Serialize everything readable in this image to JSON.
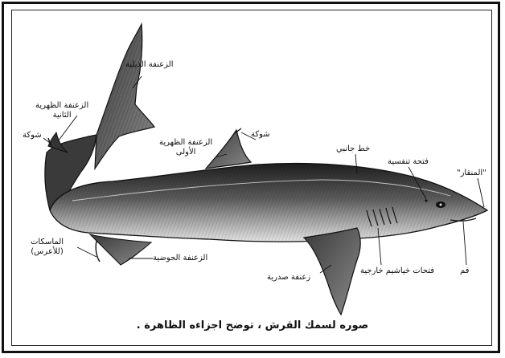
{
  "figure": {
    "caption": "صوره لسمك القرش ، توضح اجزاءه الظاهرة .",
    "labels": {
      "caudal_fin": "الزعنفة الذيلية",
      "second_dorsal_fin_line1": "الزعنفة الظهرية",
      "second_dorsal_fin_line2": "الثانية",
      "spine_rear": "شوكة",
      "first_dorsal_fin_line1": "الزعنفة الظهرية",
      "first_dorsal_fin_line2": "الأولى",
      "spine_front": "شوكة",
      "lateral_line": "خط جانبي",
      "spiracle": "فتحة تنفسية",
      "rostrum": "\"المنقار\"",
      "claspers_line1": "الماسكات",
      "claspers_line2": "(للأعرس)",
      "pelvic_fin": "الزعنفة الحوضية",
      "pectoral_fin": "زعنفة صدرية",
      "gill_slits": "فتحات خياشيم خارجية",
      "mouth": "فم"
    }
  },
  "colors": {
    "ink": "#111111",
    "body_dark": "#2a2a2a",
    "body_mid": "#6a6a6a",
    "belly": "#d8d8d8"
  }
}
